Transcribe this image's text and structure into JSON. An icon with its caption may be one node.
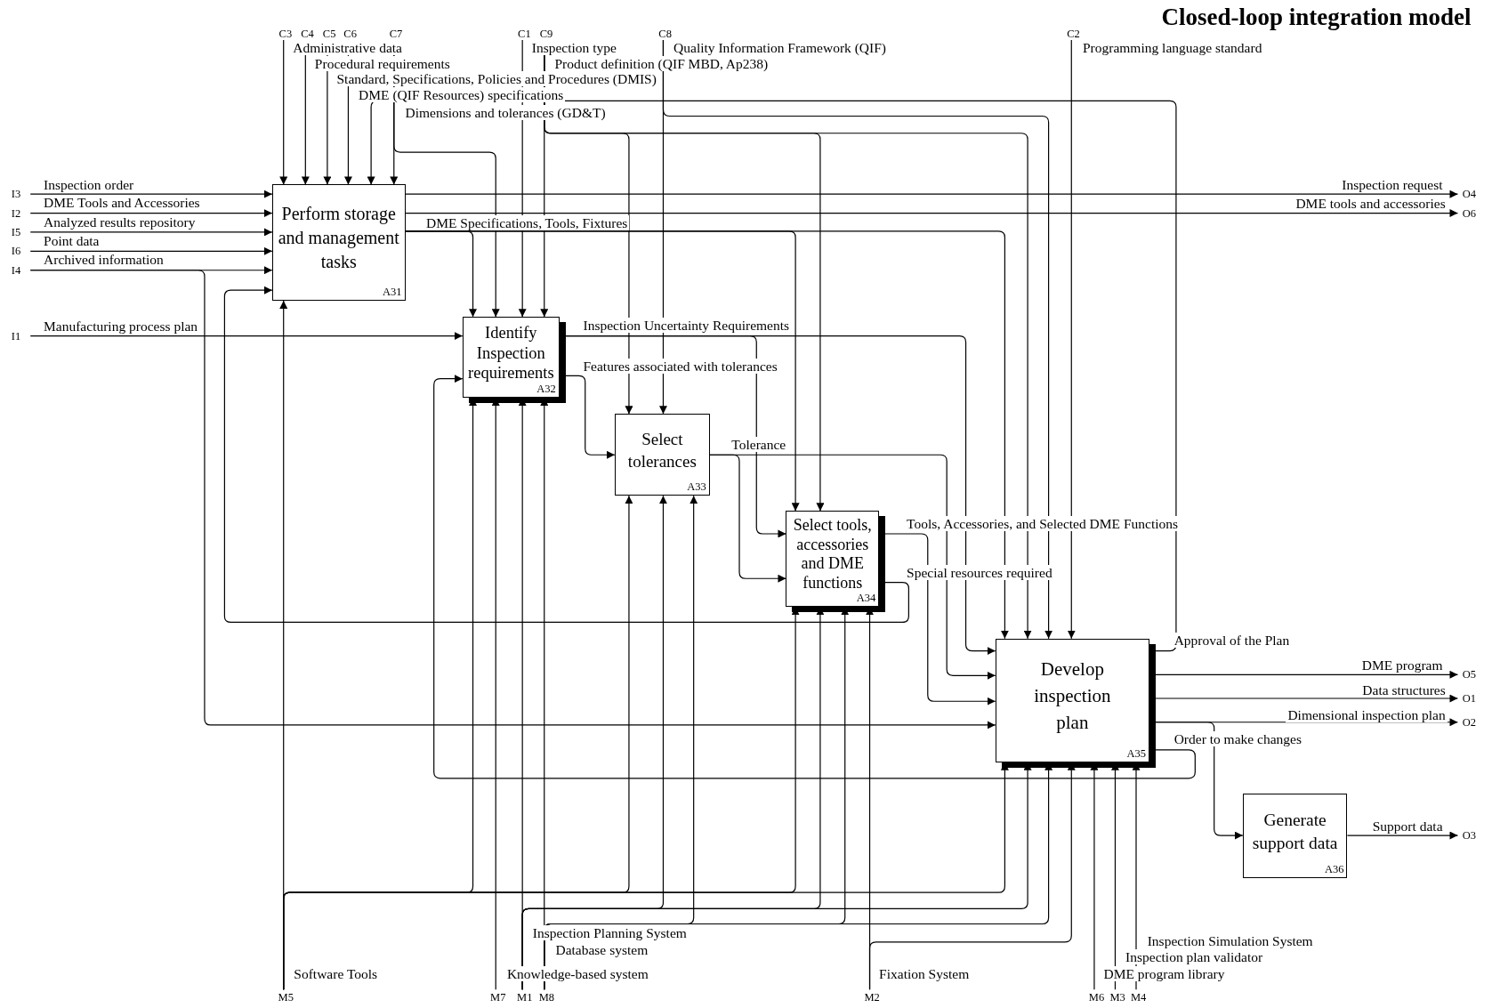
{
  "diagram": {
    "title": "Closed-loop integration model",
    "nodes": [
      {
        "text": [
          "Perform storage and management tasks",
          "A31"
        ]
      },
      {
        "text": [
          "Identify Inspection requirements",
          "A32"
        ]
      },
      {
        "text": [
          "Select tolerances",
          "A33"
        ]
      },
      {
        "text": [
          "Select tools, accessories and DME functions",
          "A34"
        ]
      },
      {
        "text": [
          "Develop inspection plan",
          "A35"
        ]
      },
      {
        "text": [
          "Generate support data",
          "A36"
        ]
      },
      {
        "text": [
          "C3"
        ]
      },
      {
        "text": [
          "C4"
        ]
      },
      {
        "text": [
          "C5"
        ]
      },
      {
        "text": [
          "C6"
        ]
      },
      {
        "text": [
          "C7"
        ]
      },
      {
        "text": [
          "C1"
        ]
      },
      {
        "text": [
          "C9"
        ]
      },
      {
        "text": [
          "C8"
        ]
      },
      {
        "text": [
          "C2"
        ]
      },
      {
        "text": [
          "I3"
        ]
      },
      {
        "text": [
          "I2"
        ]
      },
      {
        "text": [
          "I5"
        ]
      },
      {
        "text": [
          "I6"
        ]
      },
      {
        "text": [
          "I4"
        ]
      },
      {
        "text": [
          "I1"
        ]
      },
      {
        "text": [
          "O4"
        ]
      },
      {
        "text": [
          "O6"
        ]
      },
      {
        "text": [
          "O5"
        ]
      },
      {
        "text": [
          "O1"
        ]
      },
      {
        "text": [
          "O2"
        ]
      },
      {
        "text": [
          "O3"
        ]
      },
      {
        "text": [
          "M5"
        ]
      },
      {
        "text": [
          "M7"
        ]
      },
      {
        "text": [
          "M1"
        ]
      },
      {
        "text": [
          "M8"
        ]
      },
      {
        "text": [
          "M2"
        ]
      },
      {
        "text": [
          "M6"
        ]
      },
      {
        "text": [
          "M3"
        ]
      },
      {
        "text": [
          "M4"
        ]
      }
    ],
    "edges": [
      {
        "from": 6,
        "to": 0,
        "arrow": "to",
        "label": "Administrative data"
      },
      {
        "from": 7,
        "to": 0,
        "arrow": "to",
        "label": "Procedural requirements"
      },
      {
        "from": 8,
        "to": 0,
        "arrow": "to",
        "label": "Standard, Specifications, Policies and Procedures (DMIS)"
      },
      {
        "from": 9,
        "to": 0,
        "arrow": "to",
        "label": "DME (QIF Resources) specifications"
      },
      {
        "from": 10,
        "to": 0,
        "arrow": "to",
        "label": "Dimensions and tolerances (GD&T)"
      },
      {
        "from": 10,
        "to": 1,
        "arrow": "to"
      },
      {
        "from": 11,
        "to": 1,
        "arrow": "to",
        "label": "Inspection type"
      },
      {
        "from": 12,
        "to": 1,
        "arrow": "to",
        "label": "Product definition (QIF MBD, Ap238)"
      },
      {
        "from": 12,
        "to": 2,
        "arrow": "to"
      },
      {
        "from": 12,
        "to": 3,
        "arrow": "to"
      },
      {
        "from": 12,
        "to": 4,
        "arrow": "to"
      },
      {
        "from": 13,
        "to": 2,
        "arrow": "to",
        "label": "Quality Information Framework (QIF)"
      },
      {
        "from": 13,
        "to": 4,
        "arrow": "to"
      },
      {
        "from": 14,
        "to": 4,
        "arrow": "to",
        "label": "Programming language standard"
      },
      {
        "from": 15,
        "to": 0,
        "arrow": "to",
        "label": "Inspection order"
      },
      {
        "from": 16,
        "to": 0,
        "arrow": "to",
        "label": "DME Tools and Accessories"
      },
      {
        "from": 17,
        "to": 0,
        "arrow": "to",
        "label": "Analyzed results repository"
      },
      {
        "from": 18,
        "to": 0,
        "arrow": "to",
        "label": "Point data"
      },
      {
        "from": 19,
        "to": 0,
        "arrow": "to",
        "label": "Archived information"
      },
      {
        "from": 19,
        "to": 4,
        "arrow": "to"
      },
      {
        "from": 20,
        "to": 1,
        "arrow": "to",
        "label": "Manufacturing process plan"
      },
      {
        "from": 0,
        "to": 21,
        "arrow": "to",
        "label": "Inspection request"
      },
      {
        "from": 0,
        "to": 22,
        "arrow": "to",
        "label": "DME tools and accessories"
      },
      {
        "from": 0,
        "to": 1,
        "arrow": "to",
        "label": "DME Specifications, Tools, Fixtures"
      },
      {
        "from": 0,
        "to": 3,
        "arrow": "to"
      },
      {
        "from": 0,
        "to": 4,
        "arrow": "to"
      },
      {
        "from": 4,
        "to": 0,
        "arrow": "to",
        "label": "Approval of the Plan"
      },
      {
        "from": 1,
        "to": 2,
        "arrow": "to",
        "label": "Features associated with tolerances"
      },
      {
        "from": 1,
        "to": 3,
        "arrow": "to",
        "label": "Inspection Uncertainty Requirements"
      },
      {
        "from": 1,
        "to": 4,
        "arrow": "to"
      },
      {
        "from": 2,
        "to": 3,
        "arrow": "to",
        "label": "Tolerance"
      },
      {
        "from": 2,
        "to": 4,
        "arrow": "to"
      },
      {
        "from": 3,
        "to": 4,
        "arrow": "to",
        "label": "Tools, Accessories, and Selected DME Functions"
      },
      {
        "from": 3,
        "to": 0,
        "arrow": "to",
        "label": "Special resources required"
      },
      {
        "from": 4,
        "to": 23,
        "arrow": "to",
        "label": "DME program"
      },
      {
        "from": 4,
        "to": 24,
        "arrow": "to",
        "label": "Data structures"
      },
      {
        "from": 4,
        "to": 25,
        "arrow": "to",
        "label": "Dimensional inspection plan"
      },
      {
        "from": 4,
        "to": 5,
        "arrow": "to"
      },
      {
        "from": 4,
        "to": 1,
        "arrow": "to",
        "label": "Order to make changes"
      },
      {
        "from": 5,
        "to": 26,
        "arrow": "to",
        "label": "Support data"
      },
      {
        "from": 27,
        "to": 0,
        "arrow": "to",
        "label": "Software Tools"
      },
      {
        "from": 27,
        "to": 1,
        "arrow": "to"
      },
      {
        "from": 27,
        "to": 2,
        "arrow": "to"
      },
      {
        "from": 27,
        "to": 3,
        "arrow": "to"
      },
      {
        "from": 27,
        "to": 4,
        "arrow": "to"
      },
      {
        "from": 28,
        "to": 1,
        "arrow": "to",
        "label": "Knowledge-based system"
      },
      {
        "from": 29,
        "to": 1,
        "arrow": "to",
        "label": "Inspection Planning System"
      },
      {
        "from": 29,
        "to": 2,
        "arrow": "to"
      },
      {
        "from": 29,
        "to": 3,
        "arrow": "to"
      },
      {
        "from": 29,
        "to": 4,
        "arrow": "to"
      },
      {
        "from": 30,
        "to": 1,
        "arrow": "to",
        "label": "Database system"
      },
      {
        "from": 30,
        "to": 2,
        "arrow": "to"
      },
      {
        "from": 30,
        "to": 3,
        "arrow": "to"
      },
      {
        "from": 30,
        "to": 4,
        "arrow": "to"
      },
      {
        "from": 31,
        "to": 3,
        "arrow": "to",
        "label": "Fixation System"
      },
      {
        "from": 31,
        "to": 4,
        "arrow": "to"
      },
      {
        "from": 32,
        "to": 4,
        "arrow": "to",
        "label": "DME program library"
      },
      {
        "from": 33,
        "to": 4,
        "arrow": "to",
        "label": "Inspection plan validator"
      },
      {
        "from": 34,
        "to": 4,
        "arrow": "to",
        "label": "Inspection Simulation System"
      }
    ]
  }
}
